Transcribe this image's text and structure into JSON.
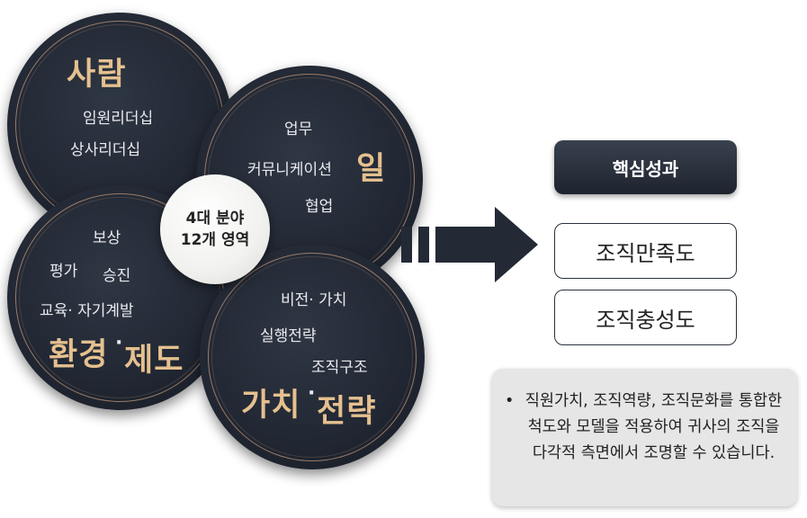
{
  "circles": {
    "people": {
      "title": "사람",
      "items": [
        "임원리더십",
        "상사리더십"
      ]
    },
    "work": {
      "title": "일",
      "items": [
        "업무",
        "커뮤니케이션",
        "협업"
      ]
    },
    "environment": {
      "title_a": "환경",
      "title_b": "제도",
      "items": [
        "보상",
        "평가",
        "승진",
        "교육· 자기계발"
      ]
    },
    "value": {
      "title_a": "가치",
      "title_b": "전략",
      "items": [
        "비전· 가치",
        "실행전략",
        "조직구조"
      ]
    }
  },
  "center": {
    "line1": "4대 분야",
    "line2": "12개 영역"
  },
  "outcome": {
    "title": "핵심성과",
    "results": [
      "조직만족도",
      "조직충성도"
    ]
  },
  "note": {
    "bullet": "•",
    "text": "직원가치, 조직역량, 조직문화를 통합한 척도와 모델을 적용하여 귀사의 조직을 다각적 측면에서 조명할 수 있습니다."
  },
  "colors": {
    "circle": "#222834",
    "ring": "#b08a6e",
    "title_gold": "#e5c08f",
    "note_bg": "#e6e6e6"
  }
}
